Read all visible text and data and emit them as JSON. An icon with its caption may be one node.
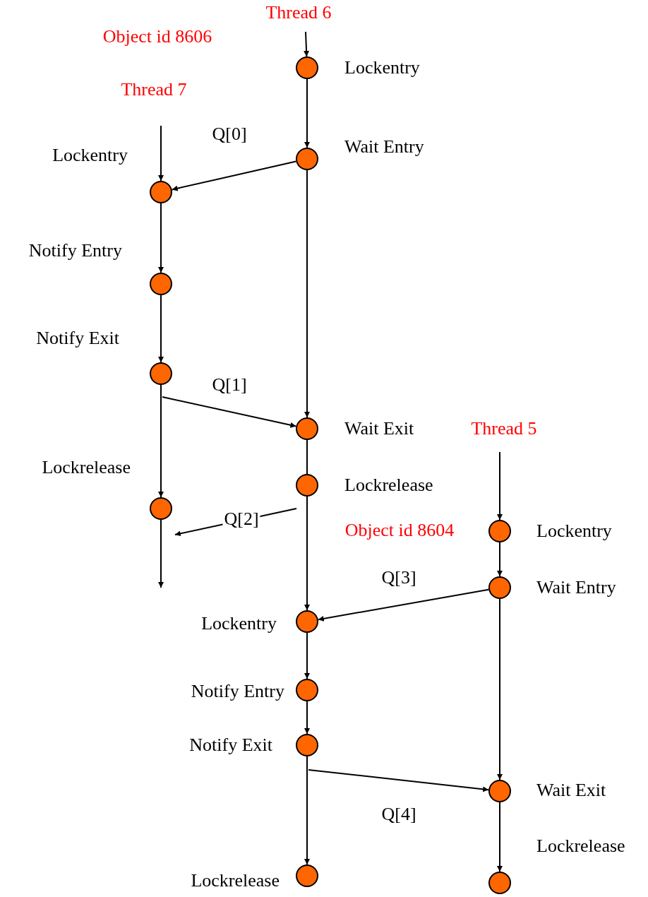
{
  "diagram": {
    "nodes": [
      {
        "text": [],
        "shape": "circle",
        "beside": [
          "Lockentry"
        ]
      },
      {
        "text": [],
        "shape": "circle",
        "beside": [
          "Wait Entry"
        ]
      },
      {
        "text": [],
        "shape": "circle",
        "beside": [
          "Wait Exit"
        ]
      },
      {
        "text": [],
        "shape": "circle",
        "beside": [
          "Lockrelease"
        ]
      },
      {
        "text": [],
        "shape": "circle",
        "beside": [
          "Lockentry"
        ]
      },
      {
        "text": [],
        "shape": "circle",
        "beside": [
          "Notify Entry"
        ]
      },
      {
        "text": [],
        "shape": "circle",
        "beside": [
          "Notify Exit"
        ]
      },
      {
        "text": [],
        "shape": "circle",
        "beside": [
          "Lockrelease"
        ]
      },
      {
        "text": [],
        "shape": "circle",
        "beside": [
          "Lockentry"
        ]
      },
      {
        "text": [],
        "shape": "circle",
        "beside": [
          "Notify Entry"
        ]
      },
      {
        "text": [],
        "shape": "circle",
        "beside": [
          "Notify Exit"
        ]
      },
      {
        "text": [],
        "shape": "circle",
        "beside": [
          "Lockrelease"
        ]
      },
      {
        "text": [],
        "shape": "circle",
        "beside": [
          "Lockentry"
        ]
      },
      {
        "text": [],
        "shape": "circle",
        "beside": [
          "Wait Entry"
        ]
      },
      {
        "text": [],
        "shape": "circle",
        "beside": [
          "Wait Exit"
        ]
      },
      {
        "text": [],
        "shape": "circle",
        "beside": [
          "Lockrelease"
        ]
      }
    ],
    "edges": [
      {
        "from": null,
        "to": 0,
        "arrow": "to"
      },
      {
        "from": 0,
        "to": 1,
        "arrow": "to"
      },
      {
        "from": 1,
        "to": 8,
        "arrow": "to",
        "label": "Q[0]"
      },
      {
        "from": 1,
        "to": 2,
        "arrow": "to"
      },
      {
        "from": null,
        "to": 8,
        "arrow": "to"
      },
      {
        "from": 8,
        "to": 9,
        "arrow": "to"
      },
      {
        "from": 9,
        "to": 10,
        "arrow": "to"
      },
      {
        "from": 10,
        "to": 11,
        "arrow": "to"
      },
      {
        "from": 10,
        "to": 2,
        "arrow": "to",
        "label": "Q[1]"
      },
      {
        "from": 11,
        "to": null,
        "arrow": "to"
      },
      {
        "from": 2,
        "to": 3,
        "arrow": "none"
      },
      {
        "from": 3,
        "to": 4,
        "arrow": "to"
      },
      {
        "from": 3,
        "to": 11,
        "arrow": "to",
        "label": "Q[2]"
      },
      {
        "from": null,
        "to": 12,
        "arrow": "to"
      },
      {
        "from": 12,
        "to": 13,
        "arrow": "to"
      },
      {
        "from": 13,
        "to": 4,
        "arrow": "to",
        "label": "Q[3]"
      },
      {
        "from": 4,
        "to": 5,
        "arrow": "to"
      },
      {
        "from": 5,
        "to": 6,
        "arrow": "to"
      },
      {
        "from": 6,
        "to": 7,
        "arrow": "to"
      },
      {
        "from": 6,
        "to": 14,
        "arrow": "to",
        "label": "Q[4]"
      },
      {
        "from": 13,
        "to": 14,
        "arrow": "to"
      },
      {
        "from": 14,
        "to": 15,
        "arrow": "to"
      }
    ],
    "labels": [
      "Thread 6",
      "Object id 8606",
      "Thread 7",
      "Thread 5",
      "Object id 8604"
    ]
  }
}
